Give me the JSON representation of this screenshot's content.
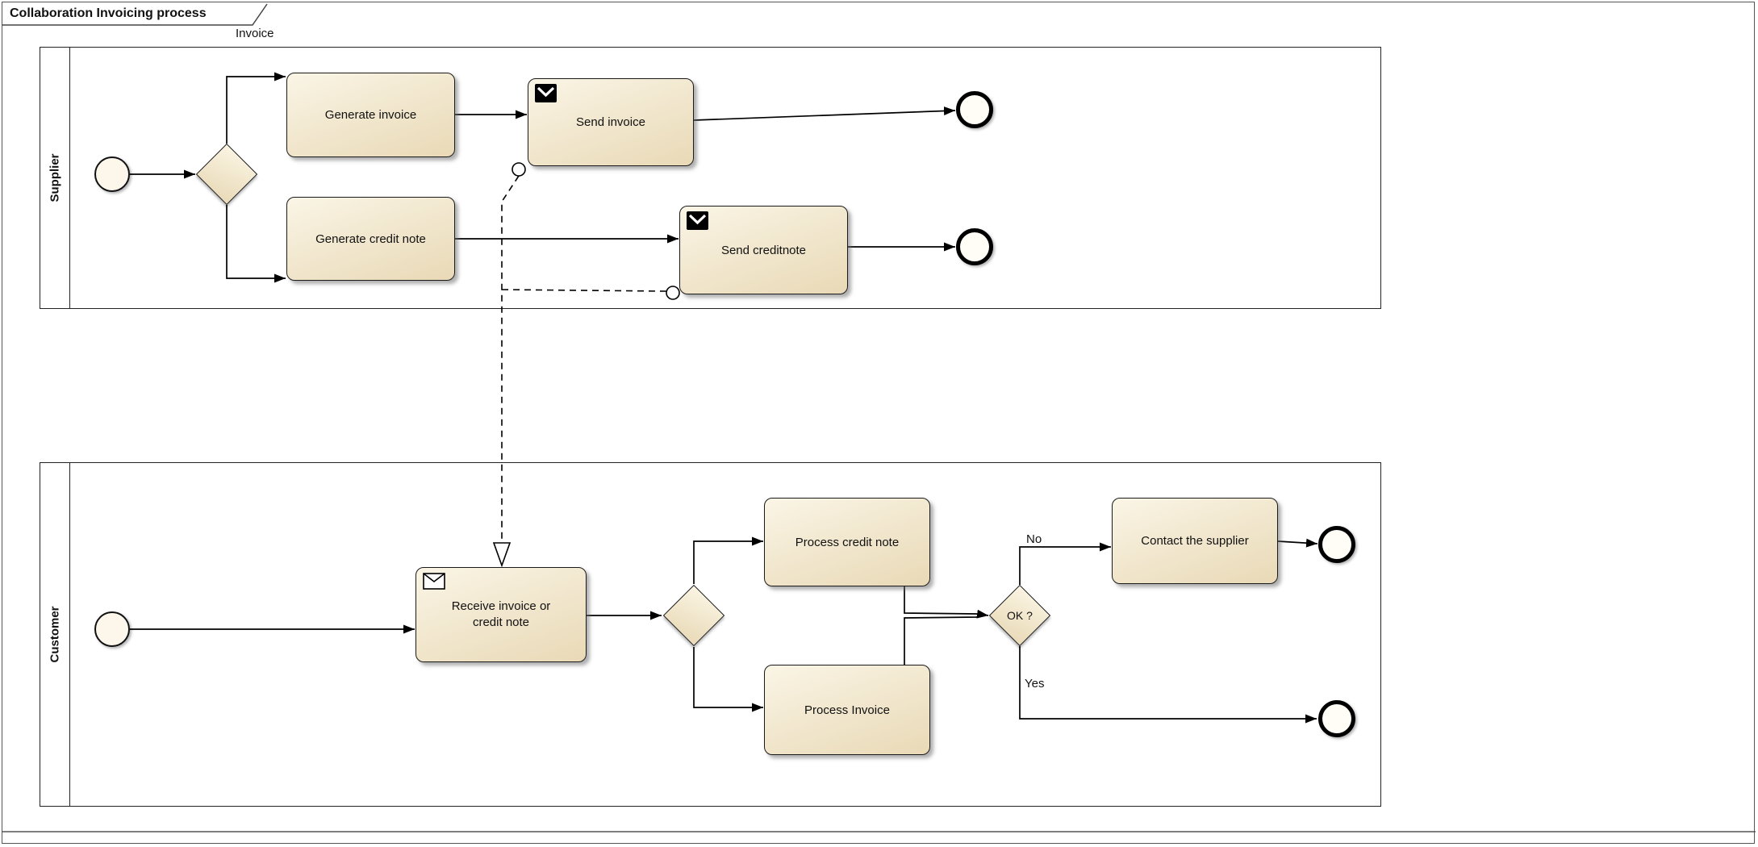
{
  "title": "Collaboration Invoicing process",
  "frame_label": "Invoice",
  "pools": [
    {
      "name": "Supplier"
    },
    {
      "name": "Customer"
    }
  ],
  "nodes": {
    "generate_invoice": "Generate invoice",
    "send_invoice": "Send invoice",
    "generate_credit_note": "Generate credit note",
    "send_creditnote": "Send creditnote",
    "receive_line1": "Receive invoice or",
    "receive_line2": "credit note",
    "process_credit_note": "Process credit note",
    "process_invoice": "Process Invoice",
    "contact_supplier": "Contact the supplier",
    "ok_gateway": "OK ?"
  },
  "edge_labels": {
    "no": "No",
    "yes": "Yes"
  },
  "colors": {
    "task_fill_top": "#faf5e6",
    "task_fill_bottom": "#e9d9b6",
    "border": "#1a1a1a"
  }
}
